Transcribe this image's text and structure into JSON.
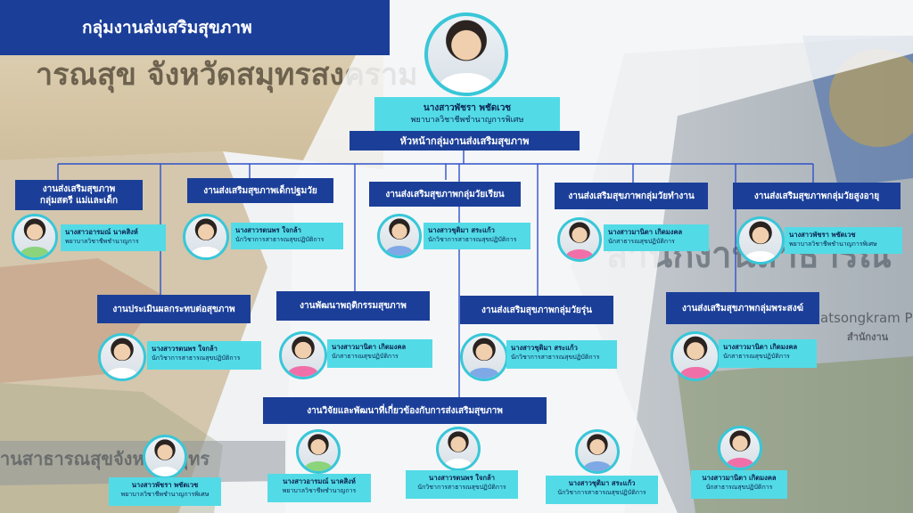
{
  "title": "กลุ่มงานส่งเสริมสุขภาพ",
  "head": {
    "name": "นางสาวพัชรา  พชัดเวช",
    "position": "พยาบาลวิชาชีพชำนาญการพิเศษ",
    "role": "หัวหน้ากลุ่มงานส่งเสริมสุขภาพ"
  },
  "units": [
    {
      "label_line1": "งานส่งเสริมสุขภาพ",
      "label_line2": "กลุ่มสตรี แม่และเด็ก",
      "name": "นางสาวอารมณ์  นาคสิงห์",
      "position": "พยาบาลวิชาชีพชำนาญการ"
    },
    {
      "label": "งานส่งเสริมสุขภาพเด็กปฐมวัย",
      "name": "นางสาวรตนพร ใจกล้า",
      "position": "นักวิชาการสาธารณสุขปฏิบัติการ"
    },
    {
      "label": "งานส่งเสริมสุขภาพกลุ่มวัยเรียน",
      "name": "นางสาวชุติมา  สระแก้ว",
      "position": "นักวิชาการสาธารณสุขปฏิบัติการ"
    },
    {
      "label": "งานส่งเสริมสุขภาพกลุ่มวัยทำงาน",
      "name": "นางสาวมานิตา  เกิดมงคล",
      "position": "นักสาธารณสุขปฏิบัติการ"
    },
    {
      "label": "งานส่งเสริมสุขภาพกลุ่มวัยสูงอายุ",
      "name": "นางสาวพัชรา  พชัดเวช",
      "position": "พยาบาลวิชาชีพชำนาญการพิเศษ"
    },
    {
      "label": "งานประเมินผลกระทบต่อสุขภาพ",
      "name": "นางสาวรตนพร ใจกล้า",
      "position": "นักวิชาการสาธารณสุขปฏิบัติการ"
    },
    {
      "label": "งานพัฒนาพฤติกรรมสุขภาพ",
      "name": "นางสาวมานิตา  เกิดมงคล",
      "position": "นักสาธารณสุขปฏิบัติการ"
    },
    {
      "label": "งานส่งเสริมสุขภาพกลุ่มวัยรุ่น",
      "name": "นางสาวชุติมา  สระแก้ว",
      "position": "นักวิชาการสาธารณสุขปฏิบัติการ"
    },
    {
      "label": "งานส่งเสริมสุขภาพกลุ่มพระสงฆ์",
      "name": "นางสาวมานิตา  เกิดมงคล",
      "position": "นักสาธารณสุขปฏิบัติการ"
    }
  ],
  "research": {
    "label": "งานวิจัยและพัฒนาที่เกี่ยวข้องกับการส่งเสริมสุขภาพ",
    "members": [
      {
        "name": "นางสาวพัชรา  พชัดเวช",
        "position": "พยาบาลวิชาชีพชำนาญการพิเศษ"
      },
      {
        "name": "นางสาวอารมณ์  นาคสิงห์",
        "position": "พยาบาลวิชาชีพชำนาญการ"
      },
      {
        "name": "นางสาวรตนพร ใจกล้า",
        "position": "นักวิชาการสาธารณสุขปฏิบัติการ"
      },
      {
        "name": "นางสาวชุติมา  สระแก้ว",
        "position": "นักวิชาการสาธารณสุขปฏิบัติการ"
      },
      {
        "name": "นางสาวมานิตา  เกิดมงคล",
        "position": "นักสาธารณสุขปฏิบัติการ"
      }
    ]
  },
  "background_text": {
    "sign_top": "ารณสุข  จังหวัดสมุทรสงคราม",
    "sign_right": "สำนักงานสาธารณ",
    "sign_right_small": "atsongkram P",
    "sign_right_small2": "สำนักงาน",
    "sign_bottom": "านสาธารณสุขจังหวัดสมุทร"
  },
  "colors": {
    "title_bar": "#1b3f99",
    "name_box": "#52dbe6",
    "connector": "#2f52c9",
    "photo_ring": "#38c7d8"
  }
}
